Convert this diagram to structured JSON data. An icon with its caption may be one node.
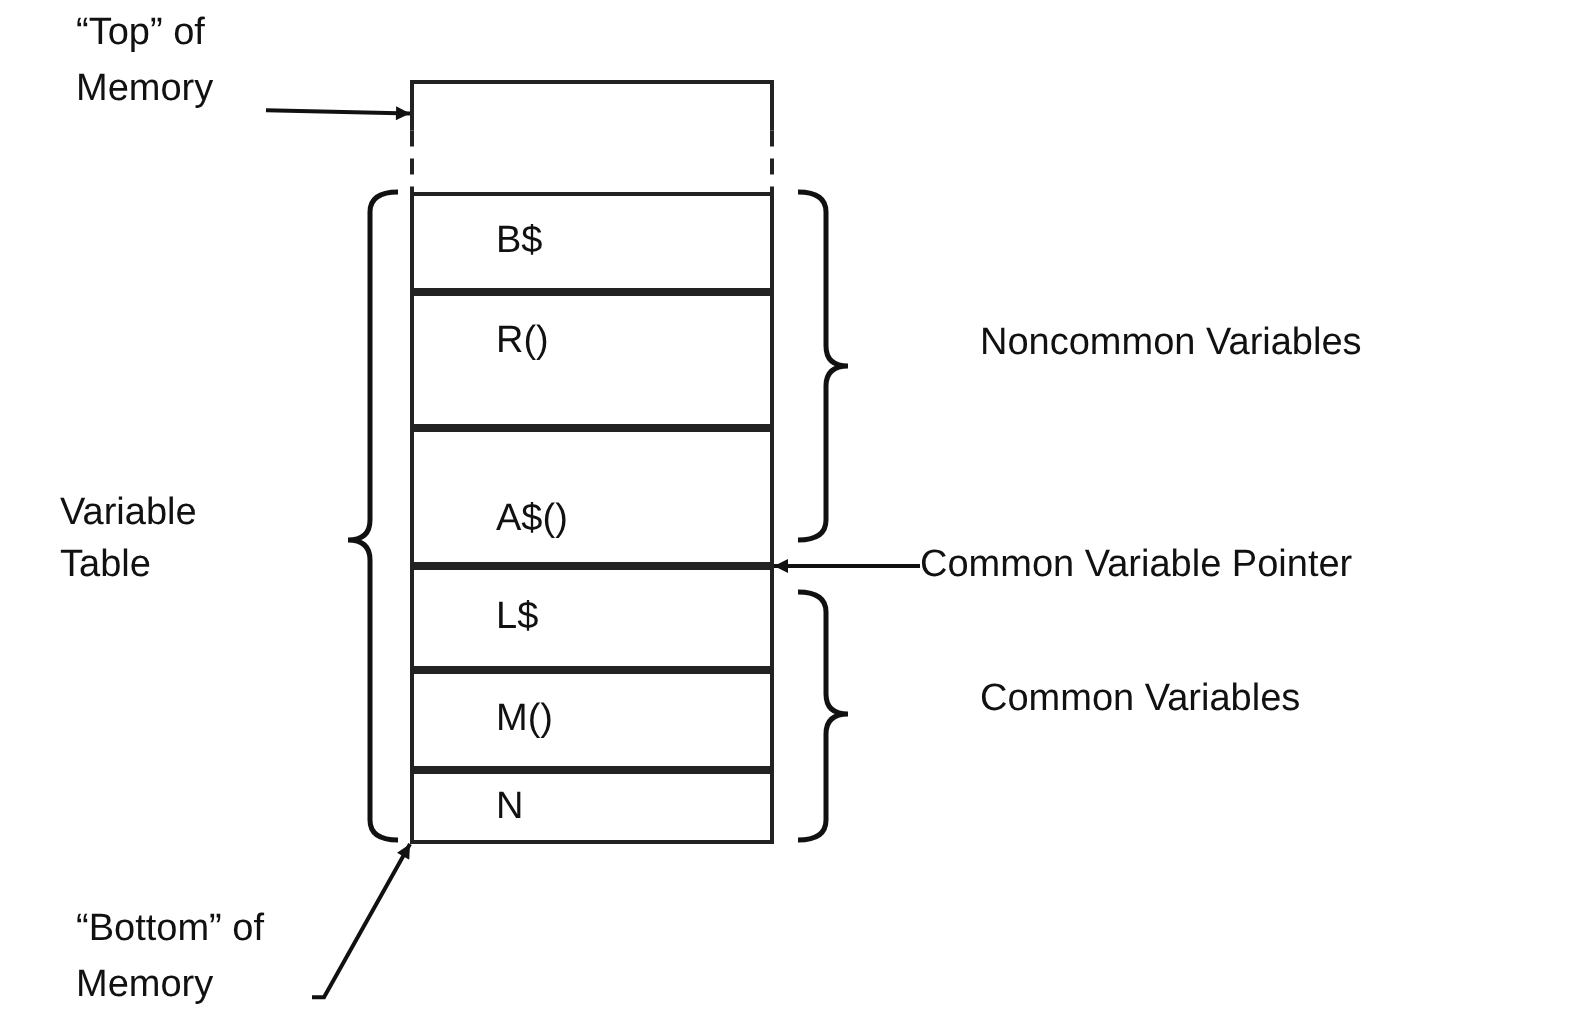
{
  "diagram": {
    "nodes": [
      {
        "text": [
          "“Top” of Memory"
        ]
      },
      {
        "text": [],
        "shape": "box"
      },
      {
        "text": [
          "B$"
        ]
      },
      {
        "text": [
          "R()"
        ]
      },
      {
        "text": [
          "A$()"
        ]
      },
      {
        "text": [
          "L$"
        ]
      },
      {
        "text": [
          "M()"
        ]
      },
      {
        "text": [
          "N"
        ]
      },
      {
        "text": [
          "“Bottom” of Memory"
        ]
      },
      {
        "text": [
          "Common Variable Pointer"
        ]
      }
    ],
    "edges": [
      {
        "from": 0,
        "to": 1,
        "arrow": "to"
      },
      {
        "from": 8,
        "to": 7,
        "arrow": "to"
      },
      {
        "from": 9,
        "to": 5,
        "arrow": "to"
      }
    ],
    "labels": [
      "Noncommon Variables",
      "Variable Table",
      "Common Variables"
    ]
  }
}
